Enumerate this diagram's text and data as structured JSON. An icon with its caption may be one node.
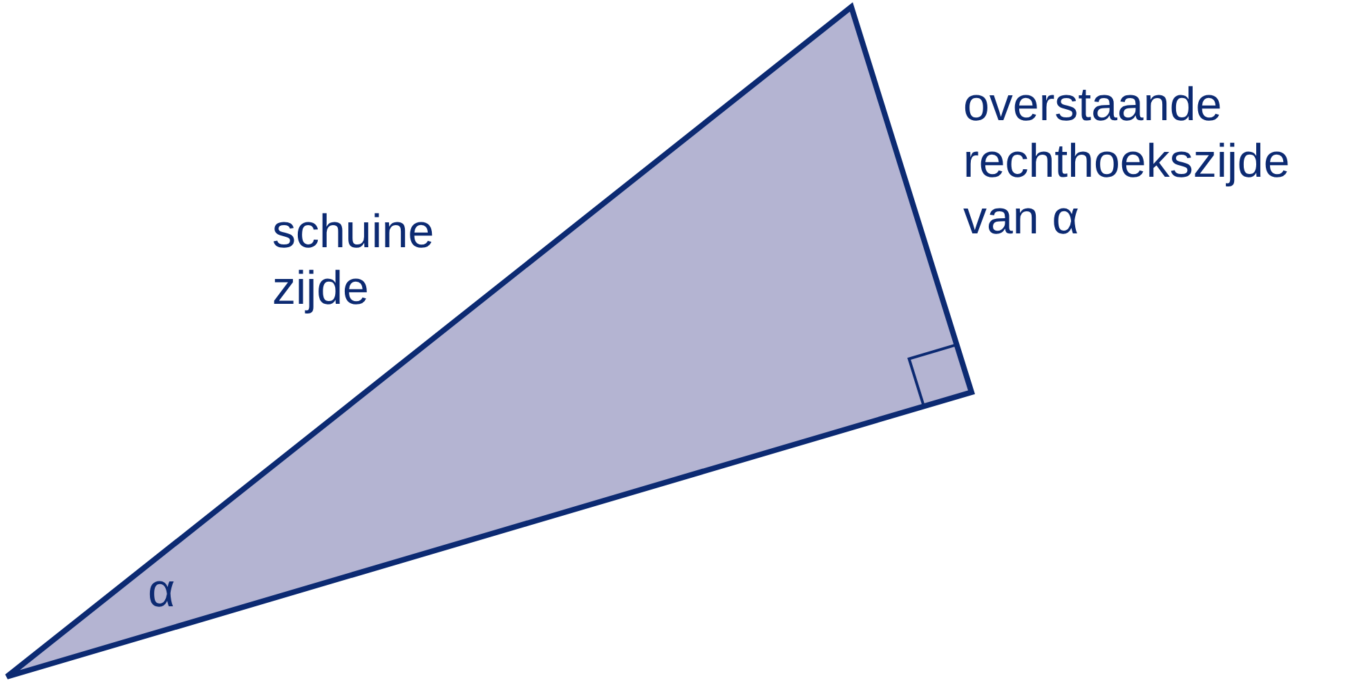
{
  "diagram": {
    "labels": [
      "overstaande rechthoekszijde van α",
      "schuine zijde",
      "α"
    ]
  }
}
